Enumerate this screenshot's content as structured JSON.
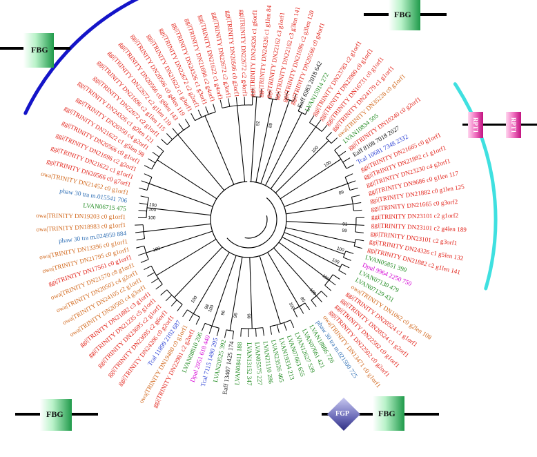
{
  "colors": {
    "red": "#e2231a",
    "orange": "#d2691e",
    "green": "#228b22",
    "blue": "#2a3fd4",
    "steelblue": "#2f6fb5",
    "magenta": "#d400d4",
    "black": "#111111",
    "arc_blue": "#1414c8",
    "arc_cyan": "#3fe0e0",
    "branch": "#000000"
  },
  "domains": {
    "fbg": "FBG",
    "rpt1": "RPT1",
    "fgp": "FGP"
  },
  "leaves": [
    {
      "label": "ggi|TRINITY DN24326 c1 g6orf1",
      "color": "red"
    },
    {
      "label": "ggi|TRINITY DN24326 c1 g1len 84",
      "color": "red"
    },
    {
      "label": "ggi|TRINITY DN22162 c3 g1orf1",
      "color": "red"
    },
    {
      "label": "ggi|TRINITY DN22162 c3 g3len 141",
      "color": "red"
    },
    {
      "label": "ggi|TRINITY DN21696 c2 g3len 120",
      "color": "red"
    },
    {
      "label": "ggi|TRINITY DN20566 c0 g4orf1",
      "color": "red"
    },
    {
      "label": "Eaff 6983 2018 642",
      "color": "black"
    },
    {
      "label": "LVAN15914 272",
      "color": "green"
    },
    {
      "label": "ggi|TRINITY DN23783 c2 g1orf1",
      "color": "red"
    },
    {
      "label": "ggi|TRINITY DN23980 c0 g1orf1",
      "color": "red"
    },
    {
      "label": "ggi|TRINITY DN16731 c0 g1orf1",
      "color": "red"
    },
    {
      "label": "ggi|TRINITY DN24179 c1 g1orf1",
      "color": "red"
    },
    {
      "label": "owa|TRINITY DN35228 c0 g1orf1",
      "color": "orange"
    },
    {
      "label": "LVAN10834 505",
      "color": "green"
    },
    {
      "label": "ggi|TRINITY DN10240 c0 g2orf1",
      "color": "red"
    },
    {
      "label": "Eaff 8108 7018 2027",
      "color": "black"
    },
    {
      "label": "Tcal 10681 7348 2332",
      "color": "blue"
    },
    {
      "label": "ggi|TRINITY DN21665 c0 g1orf1",
      "color": "red"
    },
    {
      "label": "ggi|TRINITY DN21882 c1 g1orf1",
      "color": "red"
    },
    {
      "label": "ggi|TRINITY DN23230 c4 g2orf1",
      "color": "red"
    },
    {
      "label": "ggi|TRINITY DN9686 c0 g1len 117",
      "color": "red"
    },
    {
      "label": "ggi|TRINITY DN21882 c0 g1len 125",
      "color": "red"
    },
    {
      "label": "ggi|TRINITY DN21665 c0 g3orf2",
      "color": "red"
    },
    {
      "label": "ggi|TRINITY DN23101 c2 g1orf2",
      "color": "red"
    },
    {
      "label": "ggi|TRINITY DN23101 c2 g4len 189",
      "color": "red"
    },
    {
      "label": "ggi|TRINITY DN23101 c2 g3orf1",
      "color": "red"
    },
    {
      "label": "ggi|TRINITY DN24326 c1 g5len 132",
      "color": "red"
    },
    {
      "label": "ggi|TRINITY DN21882 c2 g1len 141",
      "color": "red"
    },
    {
      "label": "LVAN05851 390",
      "color": "green"
    },
    {
      "label": "Dpul 9964 2250 750",
      "color": "magenta"
    },
    {
      "label": "LVAN07130 479",
      "color": "green"
    },
    {
      "label": "LVAN07129 431",
      "color": "green"
    },
    {
      "label": "owa|TRINITY DN1062 c0 g2len 108",
      "color": "orange"
    },
    {
      "label": "ggi|TRINITY DN20524 c1 g1orf1",
      "color": "red"
    },
    {
      "label": "ggi|TRINITY DN20524 c1 g2orf1",
      "color": "red"
    },
    {
      "label": "ggi|TRINITY DN22502 c0 g1orf1",
      "color": "red"
    },
    {
      "label": "ggi|TRINITY DN22502 c0 g2orf1",
      "color": "red"
    },
    {
      "label": "owa|TRINITY DN13471 c0 g1orf1",
      "color": "orange"
    },
    {
      "label": "phaw 30 tra m.021500 725",
      "color": "steelblue"
    },
    {
      "label": "LVAN18886 726",
      "color": "green"
    },
    {
      "label": "LVAN07661 421",
      "color": "green"
    },
    {
      "label": "LVAN12627 539",
      "color": "green"
    },
    {
      "label": "LVAN07663 655",
      "color": "green"
    },
    {
      "label": "LVAN19334 213",
      "color": "green"
    },
    {
      "label": "LVAN23526 465",
      "color": "green"
    },
    {
      "label": "LVAN21110 286",
      "color": "green"
    },
    {
      "label": "LVAN05575 227",
      "color": "green"
    },
    {
      "label": "LVAN13152 347",
      "color": "green"
    },
    {
      "label": "LVAN08411 188",
      "color": "green"
    },
    {
      "label": "Eaff 13407 1425 174",
      "color": "black"
    },
    {
      "label": "LVAN20525 392",
      "color": "green"
    },
    {
      "label": "Tcal 7115 1490 295",
      "color": "blue"
    },
    {
      "label": "Dpul 2051 618 440",
      "color": "magenta"
    },
    {
      "label": "LVAN08810 206",
      "color": "green"
    },
    {
      "label": "ggi|TRINITY DN22981 c2 g2orf1",
      "color": "red"
    },
    {
      "label": "owa|TRINITY DN19480 c0 g1orf1",
      "color": "orange"
    },
    {
      "label": "Tcal 11899 2102 687",
      "color": "blue"
    },
    {
      "label": "ggi|TRINITY DN24206 c0 g2orf1",
      "color": "red"
    },
    {
      "label": "ggi|TRINITY DN23695 c2 g6orf1",
      "color": "red"
    },
    {
      "label": "ggi|TRINITY DN23695 c2 g1orf1",
      "color": "red"
    },
    {
      "label": "ggi|TRINITY DN21235 c5 g1orf1",
      "color": "red"
    },
    {
      "label": "ggi|TRINITY DN21882 c3 g1orf1",
      "color": "red"
    },
    {
      "label": "owa|TRINITY DN20503 c4 g3orf1",
      "color": "orange"
    },
    {
      "label": "owa|TRINITY DN24105 c2 g1orf1",
      "color": "orange"
    },
    {
      "label": "owa|TRINITY DN20503 c4 g2orf1",
      "color": "orange"
    },
    {
      "label": "owa|TRINITY DN21570 c8 g1orf1",
      "color": "orange"
    },
    {
      "label": "ggi|TRINITY DN17561 c0 g1orf1",
      "color": "red"
    },
    {
      "label": "owa|TRINITY DN21795 c0 g1orf1",
      "color": "orange"
    },
    {
      "label": "owa|TRINITY DN13396 c0 g1orf1",
      "color": "orange"
    },
    {
      "label": "phaw 30 tra m.024959 884",
      "color": "steelblue"
    },
    {
      "label": "owa|TRINITY DN18983 c0 g1orf1",
      "color": "orange"
    },
    {
      "label": "owa|TRINITY DN19203 c0 g1orf1",
      "color": "orange"
    },
    {
      "label": "LVAN06715 475",
      "color": "green"
    },
    {
      "label": "phaw 30 tra m.015541 706",
      "color": "steelblue"
    },
    {
      "label": "owa|TRINITY DN21452 c0 g1orf1",
      "color": "orange"
    },
    {
      "label": "ggi|TRINITY DN20566 c0 g7orf1",
      "color": "red"
    },
    {
      "label": "ggi|TRINITY DN21622 c1 g1orf1",
      "color": "red"
    },
    {
      "label": "ggi|TRINITY DN21696 c2 g2orf1",
      "color": "red"
    },
    {
      "label": "ggi|TRINITY DN20566 c0 g1orf1",
      "color": "red"
    },
    {
      "label": "ggi|TRINITY DN21622 c1 g5len 98",
      "color": "red"
    },
    {
      "label": "ggi|TRINITY DN20350 c4 g2orf1",
      "color": "red"
    },
    {
      "label": "ggi|TRINITY DN24326 c1 g2len 121",
      "color": "red"
    },
    {
      "label": "ggi|TRINITY DN22672 c2 g1orf1",
      "color": "red"
    },
    {
      "label": "ggi|TRINITY DN21696 c2 g1len 115",
      "color": "red"
    },
    {
      "label": "ggi|TRINITY DN22672 c2 g1len 110",
      "color": "red"
    },
    {
      "label": "ggi|TRINITY DN20566 c0 g6len 143",
      "color": "red"
    },
    {
      "label": "ggi|TRINITY DN20566 c0 g4len 119",
      "color": "red"
    },
    {
      "label": "ggi|TRINITY DN21622 c1 g3orf1",
      "color": "red"
    },
    {
      "label": "ggi|TRINITY DN22672 c2 g2orf1",
      "color": "red"
    },
    {
      "label": "ggi|TRINITY DN24326 c1 g3orf1",
      "color": "red"
    },
    {
      "label": "ggi|TRINITY DN21696 c2 g4orf1",
      "color": "red"
    },
    {
      "label": "ggi|TRINITY DN21622 c1 g4orf1",
      "color": "red"
    },
    {
      "label": "ggi|TRINITY DN22672 c2 g3orf1",
      "color": "red"
    },
    {
      "label": "ggi|TRINITY DN20566 c0 g3orf1",
      "color": "red"
    },
    {
      "label": "ggi|TRINITY DN22672 c2 g4orf1",
      "color": "red"
    }
  ],
  "bootstrap": [
    {
      "text": "92",
      "leaf": 1
    },
    {
      "text": "89",
      "leaf": 3
    },
    {
      "text": "100",
      "leaf": 11
    },
    {
      "text": "100",
      "leaf": 14
    },
    {
      "text": "89",
      "leaf": 19
    },
    {
      "text": "91",
      "leaf": 24
    },
    {
      "text": "99",
      "leaf": 25
    },
    {
      "text": "100",
      "leaf": 28
    },
    {
      "text": "100",
      "leaf": 30
    },
    {
      "text": "100",
      "leaf": 33
    },
    {
      "text": "100",
      "leaf": 36
    },
    {
      "text": "85",
      "leaf": 38
    },
    {
      "text": "100",
      "leaf": 40
    },
    {
      "text": "98",
      "leaf": 47
    },
    {
      "text": "96",
      "leaf": 49
    },
    {
      "text": "96",
      "leaf": 51
    },
    {
      "text": "100",
      "leaf": 53
    },
    {
      "text": "98",
      "leaf": 53.7
    },
    {
      "text": "100",
      "leaf": 56
    },
    {
      "text": "100",
      "leaf": 66
    },
    {
      "text": "100",
      "leaf": 71
    },
    {
      "text": "100",
      "leaf": 72.3
    },
    {
      "text": "100",
      "leaf": 73
    }
  ]
}
